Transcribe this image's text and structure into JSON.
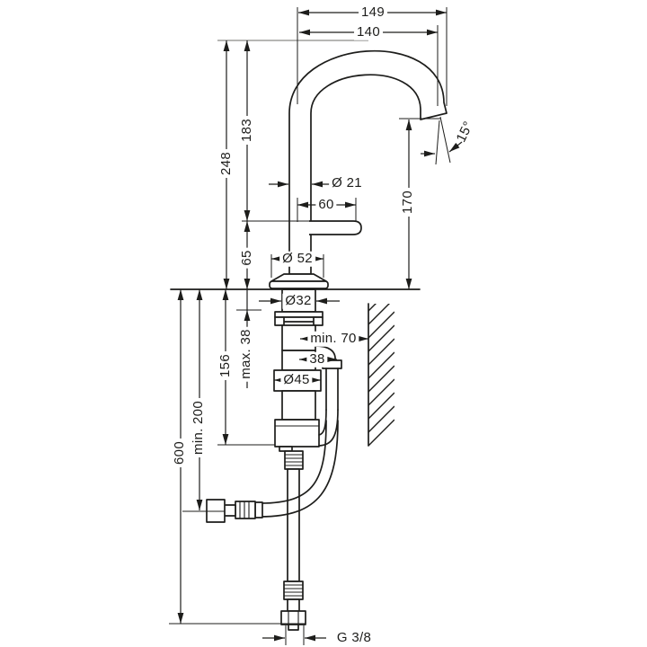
{
  "drawing": {
    "type": "technical-dimension-drawing",
    "subject": "single-lever basin mixer faucet, side elevation with under-counter body, supply pipe and flexible hose",
    "units": "mm",
    "colors": {
      "line": "#1d1d1b",
      "reference_line": "#9d9d9c",
      "background": "#ffffff"
    },
    "dims": {
      "overall_projection": "149",
      "spout_projection": "140",
      "total_height": "248",
      "spout_clearance": "183",
      "handle_height": "65",
      "spout_pipe_diameter": "Ø 21",
      "handle_length": "60",
      "outlet_height": "170",
      "outlet_angle": "15°",
      "base_diameter": "Ø 52",
      "shank_diameter": "Ø32",
      "max_counter_thickness": "max. 38",
      "under_counter_depth": "156",
      "min_clearance_below": "min. 200",
      "hose_length": "600",
      "min_wall_distance": "min. 70",
      "hose_offset": "38",
      "body_diameter": "Ø45",
      "thread_size": "G 3/8"
    }
  }
}
